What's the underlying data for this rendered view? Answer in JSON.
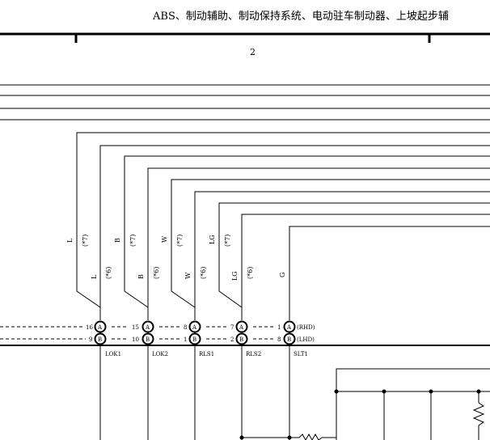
{
  "header": {
    "title": "ABS、制动辅助、制动保持系统、电动驻车制动器、上坡起步辅",
    "section_number": "2"
  },
  "wires": [
    {
      "color": "L",
      "note_top": "(*7)",
      "note_bottom": "(*6)",
      "pin_a": "16",
      "pin_b": "9",
      "connector": "LOK1"
    },
    {
      "color": "B",
      "note_top": "(*7)",
      "note_bottom": "(*6)",
      "pin_a": "15",
      "pin_b": "10",
      "connector": "LOK2"
    },
    {
      "color": "W",
      "note_top": "(*7)",
      "note_bottom": "(*6)",
      "pin_a": "8",
      "pin_b": "1",
      "connector": "RLS1"
    },
    {
      "color": "LG",
      "note_top": "(*7)",
      "note_bottom": "(*6)",
      "pin_a": "7",
      "pin_b": "2",
      "connector": "RLS2"
    },
    {
      "color": "G",
      "note_top": "",
      "note_bottom": "",
      "pin_a": "1",
      "pin_b": "8",
      "connector": "SLT1"
    }
  ],
  "circle_letters": {
    "a": "A",
    "b": "B"
  },
  "variants": {
    "rhd": "(RHD)",
    "lhd": "(LHD)"
  }
}
